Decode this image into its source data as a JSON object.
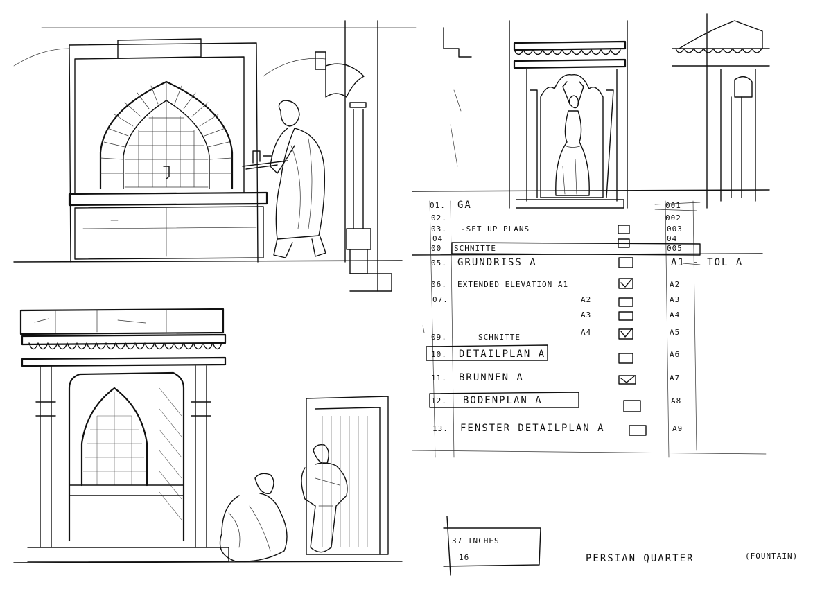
{
  "sheet_rows": [
    {
      "num": "01.",
      "label": "GA",
      "code": "001"
    },
    {
      "num": "02.",
      "label": "",
      "code": "002"
    },
    {
      "num": "03.",
      "label": "-SET UP PLANS",
      "code": "003"
    },
    {
      "num": "04",
      "label": "",
      "code": "04"
    },
    {
      "num": "00",
      "label": "SCHNITTE",
      "code": "005"
    },
    {
      "num": "05.",
      "label": "GRUNDRISS  A",
      "code": "A1 - TOL A"
    },
    {
      "num": "06.",
      "label": "EXTENDED ELEVATION  A1",
      "code": "A2"
    },
    {
      "num": "07.",
      "label": "A2",
      "code": "A3"
    },
    {
      "num": "",
      "label": "A3",
      "code": "A4"
    },
    {
      "num": "",
      "label": "A4",
      "code": "A5"
    },
    {
      "num": "09.",
      "label": "SCHNITTE",
      "code": ""
    },
    {
      "num": "10.",
      "label": "DETAILPLAN  A",
      "code": "A6"
    },
    {
      "num": "11.",
      "label": "BRUNNEN  A",
      "code": "A7"
    },
    {
      "num": "12.",
      "label": "BODENPLAN  A",
      "code": "A8"
    },
    {
      "num": "13.",
      "label": "FENSTER DETAILPLAN  A",
      "code": "A9"
    }
  ],
  "footer": {
    "count_label": "37  INCHES",
    "count_value": "16",
    "title": "PERSIAN  QUARTER",
    "subtitle": "(FOUNTAIN)"
  }
}
